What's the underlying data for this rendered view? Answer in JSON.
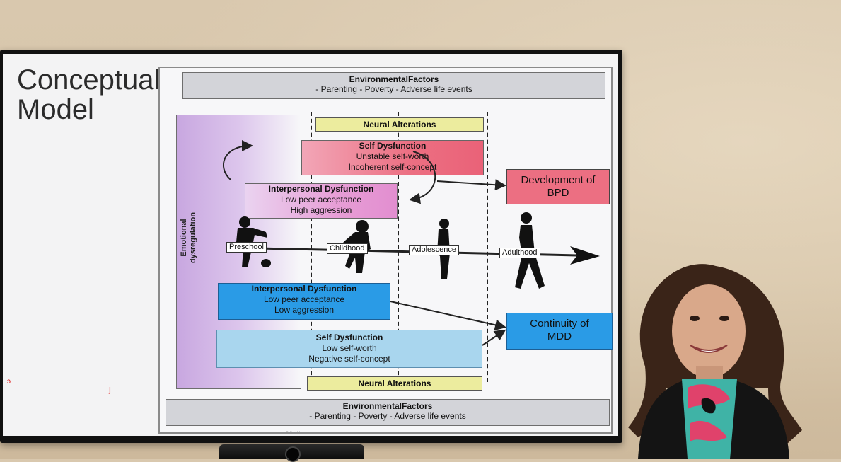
{
  "slide": {
    "title_line1": "Conceptual",
    "title_line2": "Model",
    "env_top": {
      "title": "EnvironmentalFactors",
      "text": "- Parenting - Poverty - Adverse life events"
    },
    "env_bottom": {
      "title": "EnvironmentalFactors",
      "text": "- Parenting - Poverty - Adverse life events"
    },
    "neural_top": "Neural Alterations",
    "neural_bottom": "Neural Alterations",
    "emotional_label_1": "Emotional",
    "emotional_label_2": "dysregulation",
    "bpd_self": {
      "title": "Self Dysfunction",
      "line1": "Unstable self-worth",
      "line2": "Incoherent self-concept"
    },
    "bpd_interpersonal": {
      "title": "Interpersonal Dysfunction",
      "line1": "Low peer acceptance",
      "line2": "High aggression"
    },
    "mdd_interpersonal": {
      "title": "Interpersonal Dysfunction",
      "line1": "Low peer acceptance",
      "line2": "Low aggression"
    },
    "mdd_self": {
      "title": "Self Dysfunction",
      "line1": "Low self-worth",
      "line2": "Negative self-concept"
    },
    "outcome_bpd": {
      "line1": "Development of",
      "line2": "BPD"
    },
    "outcome_mdd": {
      "line1": "Continuity of",
      "line2": "MDD"
    },
    "stages": [
      "Preschool",
      "Childhood",
      "Adolescence",
      "Adulthood"
    ]
  },
  "colors": {
    "bpd_pink": "#ec6f82",
    "interpersonal_pink": "#e79ed6",
    "mdd_blue": "#2a9be6",
    "mdd_light_blue": "#a9d6ee",
    "neural_yellow": "#ecec9e",
    "env_gray": "#d3d4d9",
    "emotion_purple": "#c8a7e0"
  },
  "tv": {
    "brand": "SONY"
  }
}
